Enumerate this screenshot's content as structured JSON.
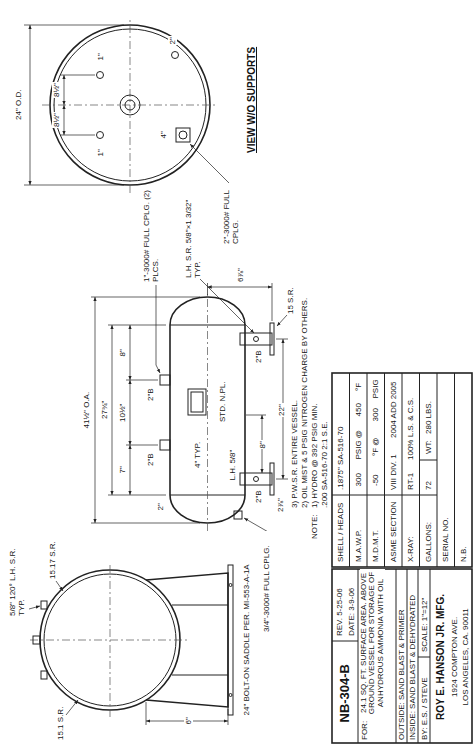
{
  "diagram": {
    "labels": [
      "24\" O.D.",
      "8½\"",
      "8½\"",
      "1\"",
      "1\"",
      "2\"",
      "4\"",
      "2\"-3000# FULL CPLG.",
      "VIEW W/O SUPPORTS",
      "41½\" O.A.",
      "1\"-3000# FULL CPLG. (2) PLCS.",
      "27¾\"",
      "7\"",
      "10½\"",
      "8\"",
      "2\"B",
      "2\"B",
      "2\"",
      "8\"",
      "22\"",
      "4\" TYP.",
      "STD. N.PL.",
      "L.H. 5/8\"",
      "L.H. S.R. 5/8\"×1 3/32\" TYP.",
      "2\"B",
      "2\"B",
      "2⅞\"",
      "6⅞\"",
      "15 S.R.",
      "3/4\"-3000# FULL CPLG.",
      "5/8\" 120° L.H. S.R. TYP.",
      "15.1 S.R.",
      "15.17 S.R.",
      "6\"",
      "24\" BOLT-ON SADDLE PER. MI-553-A-1A",
      "NOTE:",
      "1) HYDRO @ 392 PSIG MIN.",
      "2) OIL MIST & 5 PSIG NITROGEN CHARGE BY OTHERS.",
      "3) P.W.S.R. ENTIRE VESSEL.",
      ".200 SA-516-70 2:1 S.E.",
      "SHELL / HEADS",
      ".1875\" SA-516-70",
      "M.A.W.P.",
      "300",
      "PSIG @",
      "450",
      "°F",
      "M.D.M.T.",
      "-50",
      "°F @",
      "300",
      "PSIG",
      "ASME SECTION",
      "VIII DIV. 1",
      "2004 ADD 2005",
      "X-RAY:",
      "RT-1",
      "100% L.S. & C.S.",
      "GALLONS:",
      "72",
      "WT:",
      "280 LBS.",
      "SERIAL NO.",
      "N.B.",
      "NB-304-B",
      "REV. 5-25-06",
      "DATE: 3-9-06",
      "FOR:",
      "24.1 SQ. FT. SURFACE AREA. ABOVE GROUND VESSEL FOR STORAGE OF ANHYDROUS AMMONIA WITH OIL",
      "OUTSIDE: SAND BLAST & PRIMER",
      "INSIDE: SAND BLAST & DEHYDRATED",
      "BY: E.S. / STEVE",
      "SCALE: 1\"=12\"",
      "ROY E. HANSON JR. MFG.",
      "1924 COMPTON AVE.",
      "LOS ANGELES, CA. 90011"
    ]
  }
}
